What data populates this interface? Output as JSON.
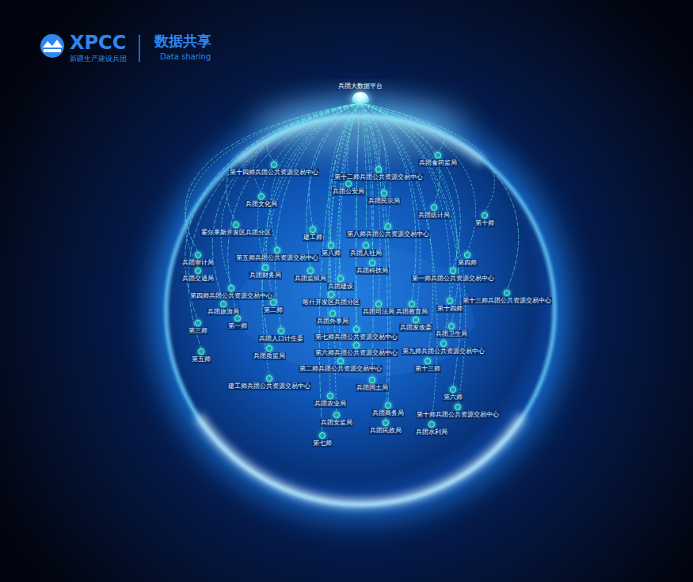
{
  "diagram": {
    "title": "数据共享",
    "nodes": [
      {
        "text": [
          "兵团大数据平台"
        ]
      },
      {
        "text": [
          "第十四师兵团公共资源交易中心"
        ]
      },
      {
        "text": [
          "第十二师兵团公共资源交易中心"
        ]
      },
      {
        "text": [
          "兵团食药监局"
        ]
      },
      {
        "text": [
          "兵团公安局"
        ]
      },
      {
        "text": [
          "兵团民宗局"
        ]
      },
      {
        "text": [
          "兵团文化局"
        ]
      },
      {
        "text": [
          "兵团统计局"
        ]
      },
      {
        "text": [
          "第十师"
        ]
      },
      {
        "text": [
          "霍尔果斯开发区兵团分区"
        ]
      },
      {
        "text": [
          "第八师兵团公共资源交易中心"
        ]
      },
      {
        "text": [
          "建工师"
        ]
      },
      {
        "text": [
          "第八师"
        ]
      },
      {
        "text": [
          "兵团人社局"
        ]
      },
      {
        "text": [
          "第五师兵团公共资源交易中心"
        ]
      },
      {
        "text": [
          "兵团审计局"
        ]
      },
      {
        "text": [
          "兵团交通局"
        ]
      },
      {
        "text": [
          "兵团科技局"
        ]
      },
      {
        "text": [
          "第四师"
        ]
      },
      {
        "text": [
          "第一师兵团公共资源交易中心"
        ]
      },
      {
        "text": [
          "兵团财务局"
        ]
      },
      {
        "text": [
          "兵团监狱局"
        ]
      },
      {
        "text": [
          "兵团建设"
        ]
      },
      {
        "text": [
          "第十三师兵团公共资源交易中心"
        ]
      },
      {
        "text": [
          "第四师兵团公共资源交易中心"
        ]
      },
      {
        "text": [
          "兵团旅游局"
        ]
      },
      {
        "text": [
          "第二师"
        ]
      },
      {
        "text": [
          "喀什开发区兵团分区"
        ]
      },
      {
        "text": [
          "兵团司法局"
        ]
      },
      {
        "text": [
          "兵团教育局"
        ]
      },
      {
        "text": [
          "第十四师"
        ]
      },
      {
        "text": [
          "第一师"
        ]
      },
      {
        "text": [
          "兵团外事局"
        ]
      },
      {
        "text": [
          "第七师兵团公共资源交易中心"
        ]
      },
      {
        "text": [
          "兵团发改委"
        ]
      },
      {
        "text": [
          "第三师"
        ]
      },
      {
        "text": [
          "兵团卫生局"
        ]
      },
      {
        "text": [
          "兵团人口计生委"
        ]
      },
      {
        "text": [
          "第六师兵团公共资源交易中心"
        ]
      },
      {
        "text": [
          "兵团质监局"
        ]
      },
      {
        "text": [
          "第九师兵团公共资源交易中心"
        ]
      },
      {
        "text": [
          "第二师兵团公共资源交易中心"
        ]
      },
      {
        "text": [
          "第十三师"
        ]
      },
      {
        "text": [
          "第五师"
        ]
      },
      {
        "text": [
          "建工师兵团公共资源交易中心"
        ]
      },
      {
        "text": [
          "兵团国土局"
        ]
      },
      {
        "text": [
          "兵团农业局"
        ]
      },
      {
        "text": [
          "第六师"
        ]
      },
      {
        "text": [
          "兵团安监局"
        ]
      },
      {
        "text": [
          "兵团商务局"
        ]
      },
      {
        "text": [
          "第十师兵团公共资源交易中心"
        ]
      },
      {
        "text": [
          "兵团民政局"
        ]
      },
      {
        "text": [
          "兵团水利局"
        ]
      },
      {
        "text": [
          "第七师"
        ]
      }
    ],
    "edges": [
      {
        "from": 0,
        "to": 1,
        "arrow": "none"
      },
      {
        "from": 0,
        "to": 2,
        "arrow": "none"
      },
      {
        "from": 0,
        "to": 3,
        "arrow": "none"
      },
      {
        "from": 0,
        "to": 4,
        "arrow": "none"
      },
      {
        "from": 0,
        "to": 5,
        "arrow": "none"
      },
      {
        "from": 0,
        "to": 6,
        "arrow": "none"
      },
      {
        "from": 0,
        "to": 7,
        "arrow": "none"
      },
      {
        "from": 0,
        "to": 8,
        "arrow": "none"
      },
      {
        "from": 0,
        "to": 9,
        "arrow": "none"
      },
      {
        "from": 0,
        "to": 10,
        "arrow": "none"
      },
      {
        "from": 0,
        "to": 11,
        "arrow": "none"
      },
      {
        "from": 0,
        "to": 12,
        "arrow": "none"
      },
      {
        "from": 0,
        "to": 13,
        "arrow": "none"
      },
      {
        "from": 0,
        "to": 14,
        "arrow": "none"
      },
      {
        "from": 0,
        "to": 15,
        "arrow": "none"
      },
      {
        "from": 0,
        "to": 16,
        "arrow": "none"
      },
      {
        "from": 0,
        "to": 17,
        "arrow": "none"
      },
      {
        "from": 0,
        "to": 18,
        "arrow": "none"
      },
      {
        "from": 0,
        "to": 19,
        "arrow": "none"
      },
      {
        "from": 0,
        "to": 20,
        "arrow": "none"
      },
      {
        "from": 0,
        "to": 21,
        "arrow": "none"
      },
      {
        "from": 0,
        "to": 22,
        "arrow": "none"
      },
      {
        "from": 0,
        "to": 23,
        "arrow": "none"
      },
      {
        "from": 0,
        "to": 24,
        "arrow": "none"
      },
      {
        "from": 0,
        "to": 25,
        "arrow": "none"
      },
      {
        "from": 0,
        "to": 26,
        "arrow": "none"
      },
      {
        "from": 0,
        "to": 27,
        "arrow": "none"
      },
      {
        "from": 0,
        "to": 28,
        "arrow": "none"
      },
      {
        "from": 0,
        "to": 29,
        "arrow": "none"
      },
      {
        "from": 0,
        "to": 30,
        "arrow": "none"
      },
      {
        "from": 0,
        "to": 31,
        "arrow": "none"
      },
      {
        "from": 0,
        "to": 32,
        "arrow": "none"
      },
      {
        "from": 0,
        "to": 33,
        "arrow": "none"
      },
      {
        "from": 0,
        "to": 34,
        "arrow": "none"
      },
      {
        "from": 0,
        "to": 35,
        "arrow": "none"
      },
      {
        "from": 0,
        "to": 36,
        "arrow": "none"
      },
      {
        "from": 0,
        "to": 37,
        "arrow": "none"
      },
      {
        "from": 0,
        "to": 38,
        "arrow": "none"
      },
      {
        "from": 0,
        "to": 39,
        "arrow": "none"
      },
      {
        "from": 0,
        "to": 40,
        "arrow": "none"
      },
      {
        "from": 0,
        "to": 41,
        "arrow": "none"
      },
      {
        "from": 0,
        "to": 42,
        "arrow": "none"
      },
      {
        "from": 0,
        "to": 43,
        "arrow": "none"
      },
      {
        "from": 0,
        "to": 44,
        "arrow": "none"
      },
      {
        "from": 0,
        "to": 45,
        "arrow": "none"
      },
      {
        "from": 0,
        "to": 46,
        "arrow": "none"
      },
      {
        "from": 0,
        "to": 47,
        "arrow": "none"
      },
      {
        "from": 0,
        "to": 48,
        "arrow": "none"
      },
      {
        "from": 0,
        "to": 49,
        "arrow": "none"
      },
      {
        "from": 0,
        "to": 50,
        "arrow": "none"
      },
      {
        "from": 0,
        "to": 51,
        "arrow": "none"
      },
      {
        "from": 0,
        "to": 52,
        "arrow": "none"
      },
      {
        "from": 0,
        "to": 53,
        "arrow": "none"
      }
    ],
    "labels": [
      "XPCC",
      "新疆生产建设兵团",
      "Data sharing"
    ]
  }
}
